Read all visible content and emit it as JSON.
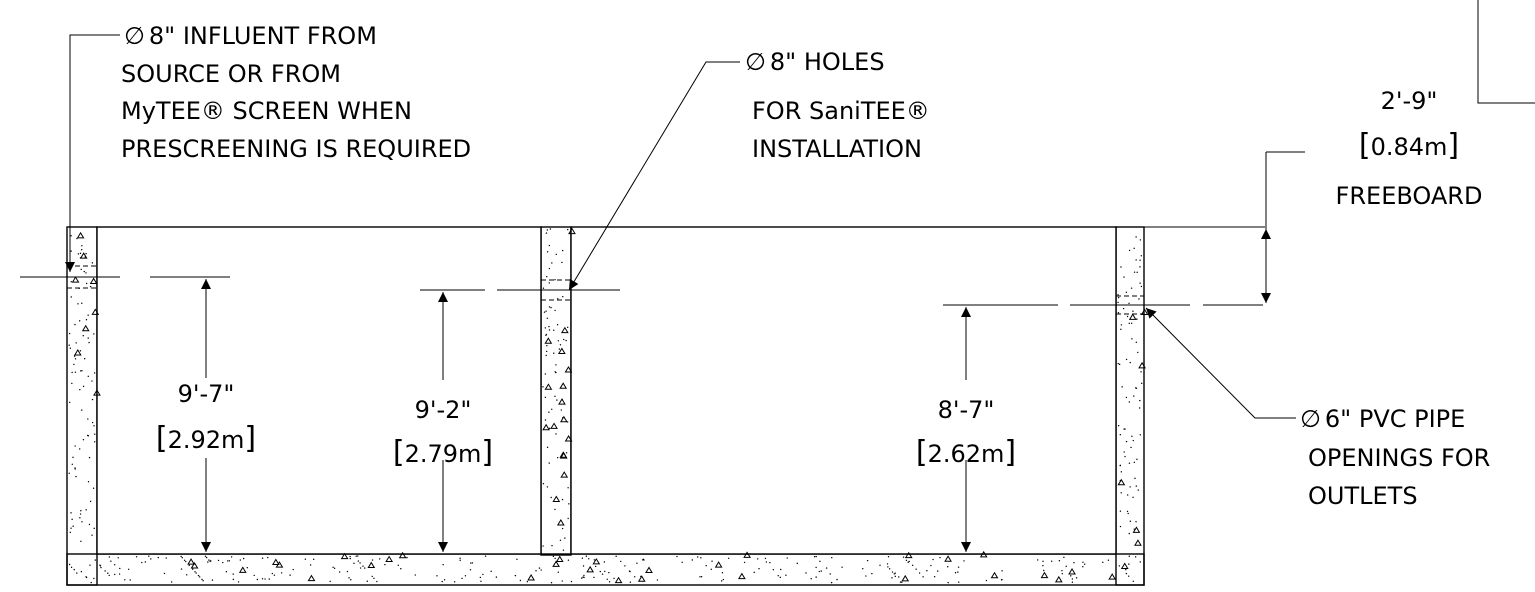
{
  "callouts": {
    "influent": {
      "symbol": "∅",
      "lines": [
        "8\" INFLUENT FROM",
        "SOURCE OR FROM",
        "MyTEE® SCREEN WHEN",
        "PRESCREENING IS REQUIRED"
      ]
    },
    "holes": {
      "symbol": "∅",
      "lines": [
        "8\" HOLES",
        "FOR SaniTEE®",
        "INSTALLATION"
      ]
    },
    "outlets": {
      "symbol": "∅",
      "lines": [
        "6\" PVC PIPE",
        "OPENINGS FOR",
        "OUTLETS"
      ]
    }
  },
  "dimensions": {
    "freeboard": {
      "imperial": "2'-9\"",
      "metric": "0.84m",
      "label": "FREEBOARD"
    },
    "dim_a": {
      "imperial": "9'-7\"",
      "metric": "2.92m"
    },
    "dim_b": {
      "imperial": "9'-2\"",
      "metric": "2.79m"
    },
    "dim_c": {
      "imperial": "8'-7\"",
      "metric": "2.62m"
    }
  }
}
